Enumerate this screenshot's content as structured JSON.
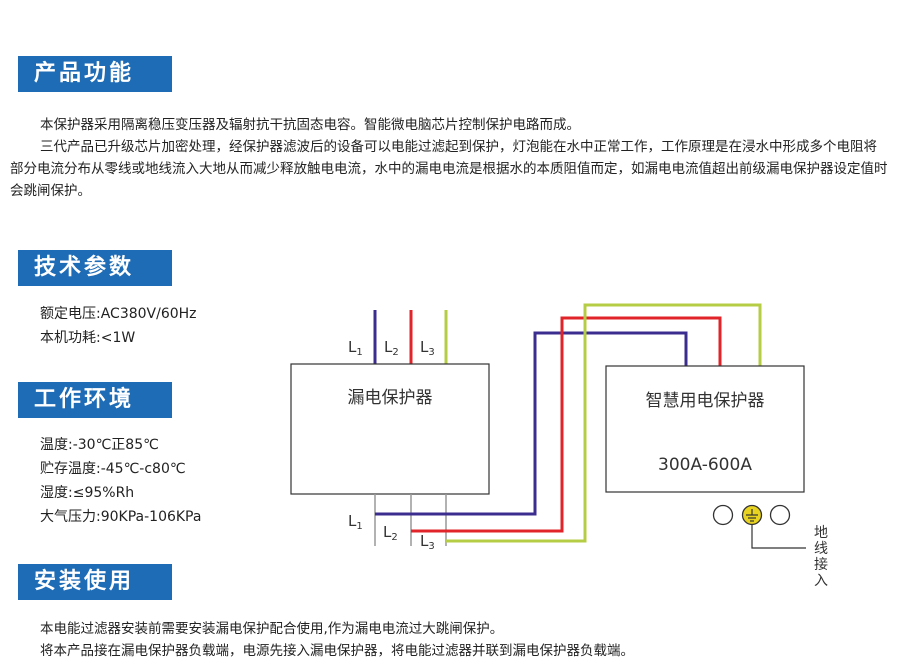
{
  "sections": {
    "function": {
      "title": "产品功能",
      "paragraphs": [
        "本保护器采用隔离稳压变压器及辐射抗干抗固态电容。智能微电脑芯片控制保护电路而成。",
        "三代产品已升级芯片加密处理，经保护器滤波后的设备可以电能过滤起到保护，灯泡能在水中正常工作，工作原理是在浸水中形成多个电阻将部分电流分布从零线或地线流入大地从而减少释放触电电流，水中的漏电电流是根据水的本质阻值而定，如漏电电流值超出前级漏电保护器设定值时会跳闸保护。"
      ]
    },
    "specs": {
      "title": "技术参数",
      "items": [
        "额定电压:AC380V/60Hz",
        "本机功耗:<1W"
      ]
    },
    "environment": {
      "title": "工作环境",
      "items": [
        "温度:-30℃正85℃",
        "贮存温度:-45℃-c80℃",
        "湿度:≤95%Rh",
        "大气压力:90KPa-106KPa"
      ]
    },
    "install": {
      "title": "安装使用",
      "paragraphs": [
        "本电能过滤器安装前需要安装漏电保护配合使用,作为漏电电流过大跳闸保护。",
        "将本产品接在漏电保护器负载端，电源先接入漏电保护器，将电能过滤器并联到漏电保护器负载端。"
      ]
    }
  },
  "diagram": {
    "breaker_label": "漏电保护器",
    "protector_label": "智慧用电保护器",
    "protector_rating": "300A-600A",
    "terminal_labels": {
      "l1": "L",
      "l1_sub": "1",
      "l2": "L",
      "l2_sub": "2",
      "l3": "L",
      "l3_sub": "3"
    },
    "ground_text": [
      "地",
      "线",
      "接",
      "入"
    ],
    "wire_colors": {
      "l1": "#3b2d8f",
      "l2": "#e0242a",
      "l3": "#b5cc45"
    },
    "ground_color": "#e8d320"
  }
}
